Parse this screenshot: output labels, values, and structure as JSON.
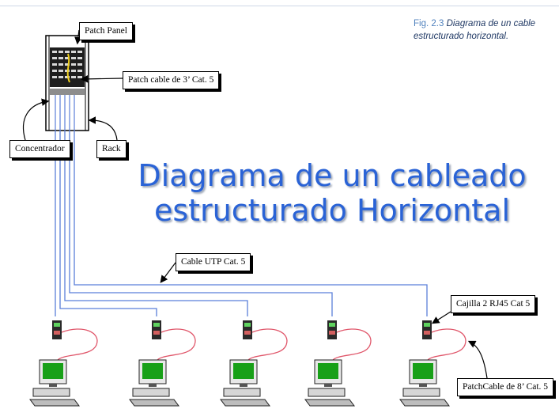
{
  "figure": {
    "number": "Fig. 2.3",
    "caption": "Diagrama de un cable estructurado horizontal."
  },
  "headline": {
    "line1": "Diagrama de un cableado",
    "line2": "estructurado Horizontal"
  },
  "labels": {
    "patch_panel": "Patch Panel",
    "patch_cable_3": "Patch cable de 3’ Cat. 5",
    "concentrador": "Concentrador",
    "rack": "Rack",
    "cable_utp": "Cable UTP Cat. 5",
    "cajilla": "Cajilla 2 RJ45 Cat 5",
    "patch_cable_8": "PatchCable de 8’ Cat. 5"
  },
  "colors": {
    "cable": "#5b7fd9",
    "patch_cord": "#e0566a",
    "title": "#2a63d6",
    "monitor_screen": "#18a018"
  },
  "workstation_count": 5
}
